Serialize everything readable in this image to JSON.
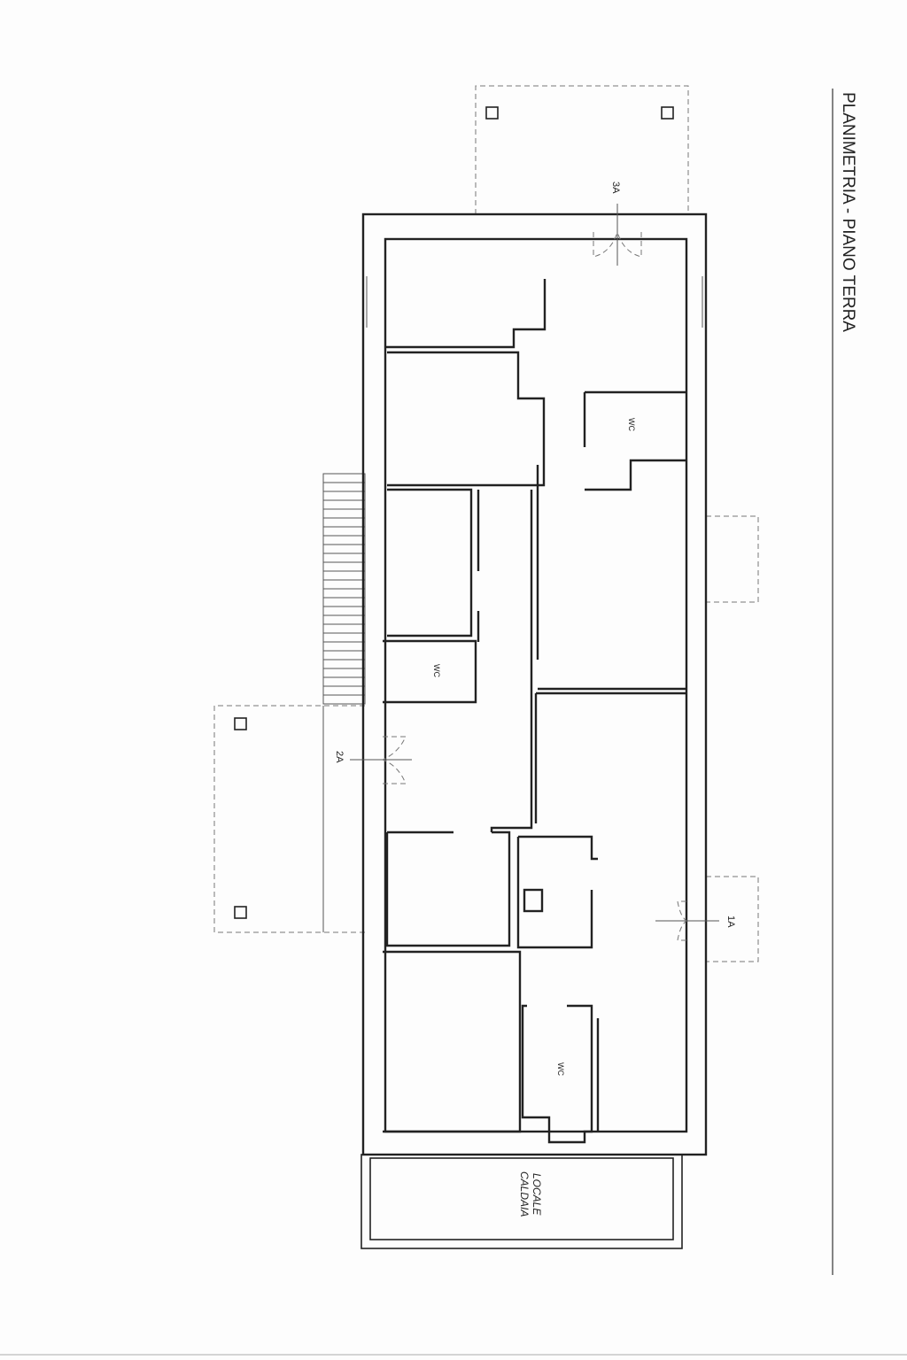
{
  "title": "PLANIMETRIA - PIANO TERRA",
  "labels": {
    "wc1": "WC",
    "wc2": "WC",
    "wc3": "WC",
    "entrance_3a": "3A",
    "entrance_2a": "2A",
    "entrance_1a": "1A",
    "boiler_line1": "LOCALE",
    "boiler_line2": "CALDAIA"
  }
}
